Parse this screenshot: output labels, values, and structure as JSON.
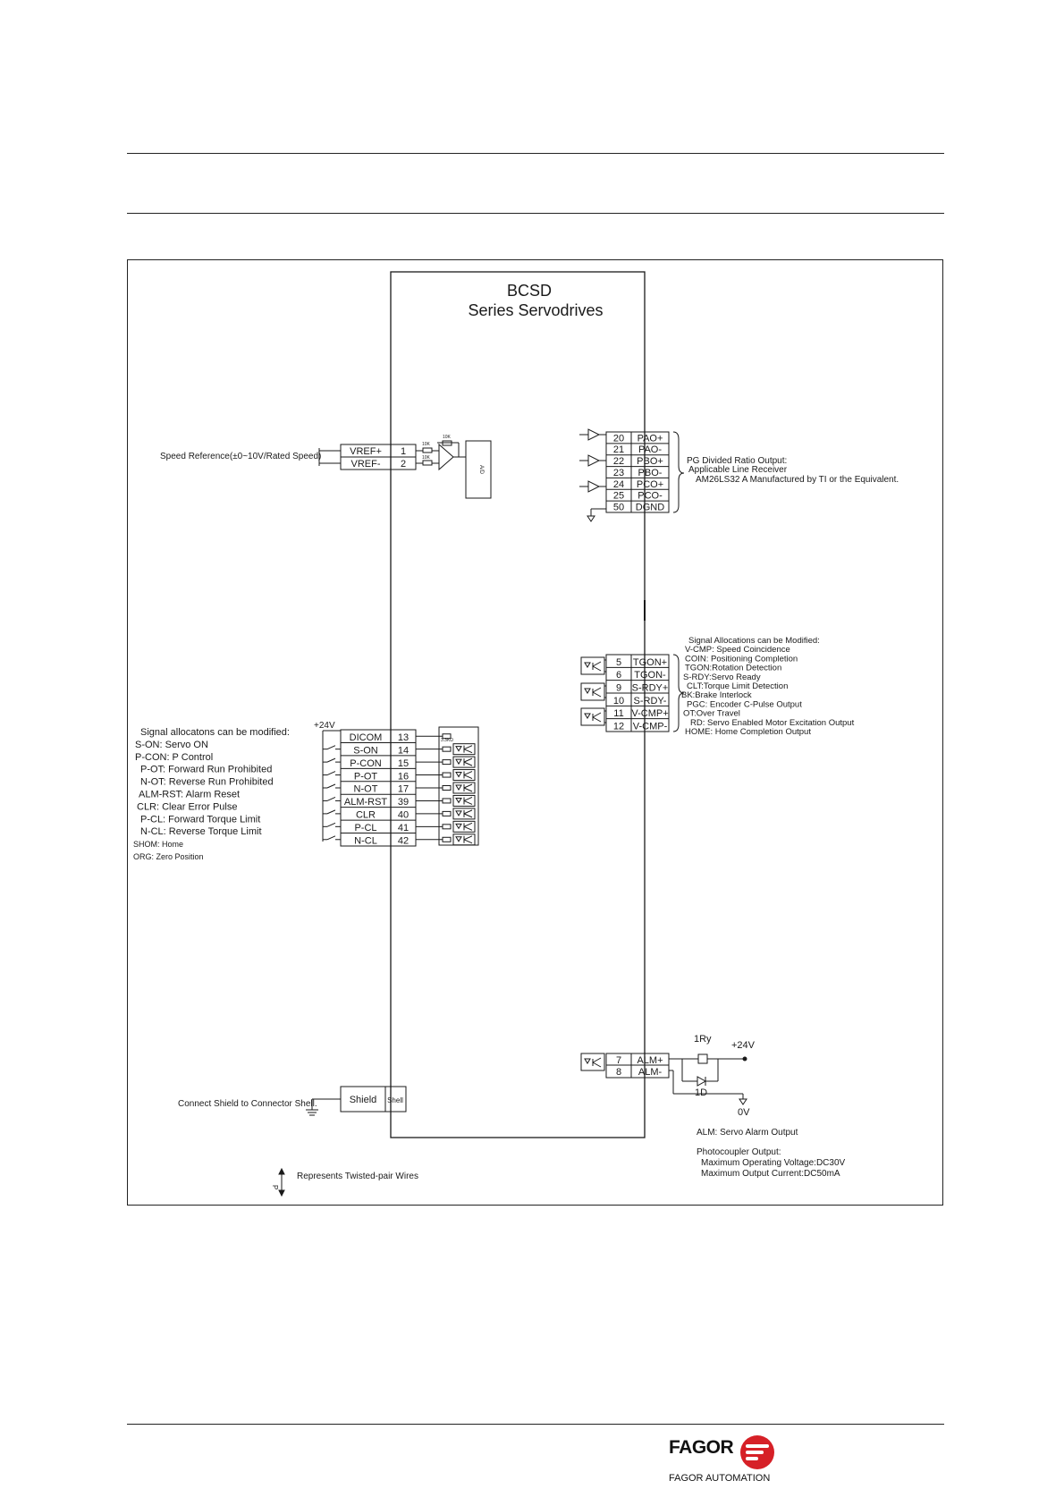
{
  "header": {
    "rules": 2
  },
  "drive": {
    "title": "BCSD",
    "subtitle": "Series Servodrives"
  },
  "speed_ref": {
    "label": "Speed Reference(±0~10V/Rated Speed)",
    "pins": [
      {
        "name": "VREF+",
        "num": "1"
      },
      {
        "name": "VREF-",
        "num": "2"
      }
    ],
    "res1": "10K",
    "res2": "10K",
    "res3": "10K",
    "amp_out": "A/D"
  },
  "pg_output": {
    "pins": [
      {
        "num": "20",
        "name": "PAO+"
      },
      {
        "num": "21",
        "name": "PAO-"
      },
      {
        "num": "22",
        "name": "PBO+"
      },
      {
        "num": "23",
        "name": "PBO-"
      },
      {
        "num": "24",
        "name": "PCO+"
      },
      {
        "num": "25",
        "name": "PCO-"
      },
      {
        "num": "50",
        "name": "DGND"
      }
    ],
    "note1": "PG Divided Ratio Output:",
    "note2": "Applicable Line Receiver",
    "note3": "AM26LS32 A Manufactured by TI or the Equivalent."
  },
  "out_signals": {
    "pins": [
      {
        "num": "5",
        "name": "TGON+"
      },
      {
        "num": "6",
        "name": "TGON-"
      },
      {
        "num": "9",
        "name": "S-RDY+"
      },
      {
        "num": "10",
        "name": "S-RDY-"
      },
      {
        "num": "11",
        "name": "V-CMP+"
      },
      {
        "num": "12",
        "name": "V-CMP-"
      }
    ],
    "notes": [
      "Signal Allocations can be Modified:",
      "V-CMP: Speed Coincidence",
      "COIN: Positioning Completion",
      "TGON:Rotation Detection",
      "S-RDY:Servo Ready",
      "CLT:Torque Limit Detection",
      "BK:Brake Interlock",
      "PGC: Encoder C-Pulse Output",
      "OT:Over Travel",
      "RD: Servo Enabled Motor Excitation Output",
      "HOME: Home Completion Output"
    ]
  },
  "inputs": {
    "supply": "+24V",
    "res": "3.3KΩ",
    "pins": [
      {
        "name": "DICOM",
        "num": "13"
      },
      {
        "name": "S-ON",
        "num": "14"
      },
      {
        "name": "P-CON",
        "num": "15"
      },
      {
        "name": "P-OT",
        "num": "16"
      },
      {
        "name": "N-OT",
        "num": "17"
      },
      {
        "name": "ALM-RST",
        "num": "39"
      },
      {
        "name": "CLR",
        "num": "40"
      },
      {
        "name": "P-CL",
        "num": "41"
      },
      {
        "name": "N-CL",
        "num": "42"
      }
    ],
    "notes": [
      "Signal allocatons can be modified:",
      "S-ON: Servo ON",
      "P-CON: P Control",
      "P-OT: Forward Run Prohibited",
      "N-OT: Reverse Run Prohibited",
      "ALM-RST: Alarm Reset",
      "CLR: Clear Error Pulse",
      "P-CL: Forward Torque Limit",
      "N-CL: Reverse Torque Limit",
      "SHOM: Home",
      "ORG: Zero Position"
    ]
  },
  "alarm": {
    "pins": [
      {
        "num": "7",
        "name": "ALM+"
      },
      {
        "num": "8",
        "name": "ALM-"
      }
    ],
    "relay": "1Ry",
    "supply": "+24V",
    "diode": "1D",
    "ground": "0V",
    "note": "ALM: Servo Alarm Output",
    "photo1": "Photocoupler Output:",
    "photo2": "Maximum Operating Voltage:DC30V",
    "photo3": "Maximum Output Current:DC50mA"
  },
  "shield": {
    "label": "Connect Shield to Connector Shell.",
    "box1": "Shield",
    "box2": "Shell"
  },
  "legend": {
    "p": "P",
    "text": "Represents Twisted-pair Wires"
  },
  "footer": {
    "brand": "FAGOR",
    "sub": "FAGOR AUTOMATION"
  }
}
